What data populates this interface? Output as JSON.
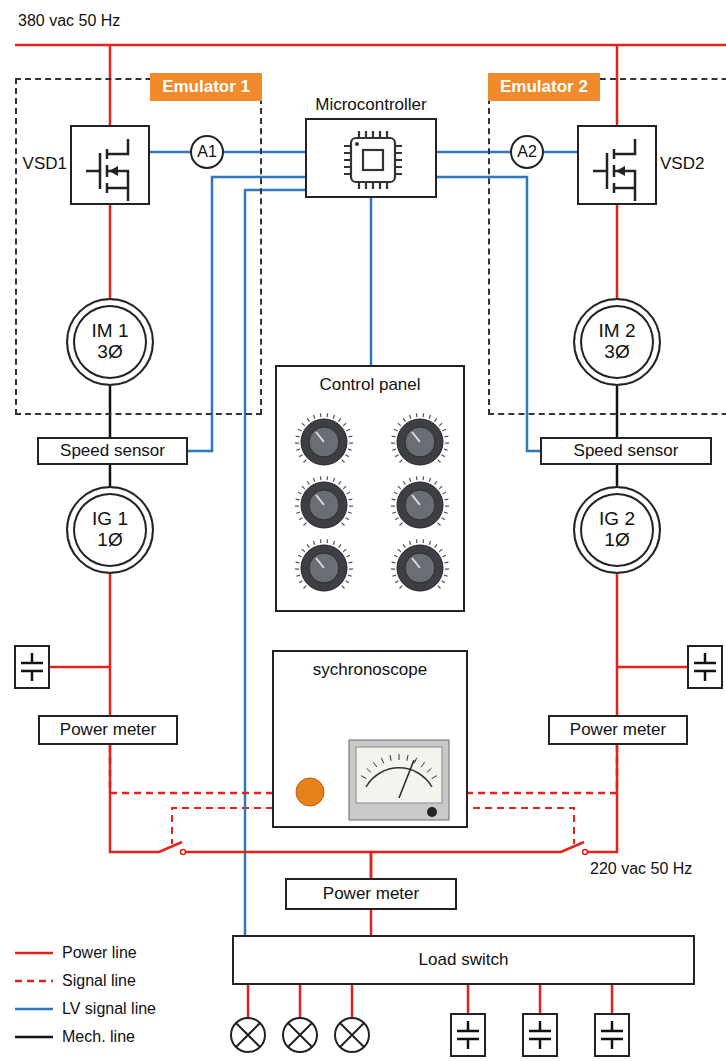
{
  "diagram": {
    "nodes": [
      {
        "text": [
          "Emulator 1"
        ]
      },
      {
        "text": [
          "VSD1"
        ],
        "in": 0
      },
      {
        "text": [
          "A1"
        ],
        "in": 0
      },
      {
        "text": [
          "IM 1 3Ø"
        ],
        "in": 0
      },
      {
        "text": [
          "Microcontroller"
        ]
      },
      {
        "text": [
          "Emulator 2"
        ]
      },
      {
        "text": [
          "A2"
        ],
        "in": 5
      },
      {
        "text": [
          "VSD2"
        ],
        "in": 5
      },
      {
        "text": [
          "IM 2 3Ø"
        ],
        "in": 5
      },
      {
        "text": [
          "Control panel"
        ]
      },
      {
        "text": [
          "Speed sensor"
        ]
      },
      {
        "text": [
          "Speed sensor"
        ]
      },
      {
        "text": [
          "IG 1 1Ø"
        ]
      },
      {
        "text": [
          "IG 2 1Ø"
        ]
      },
      {
        "text": [
          "Power meter"
        ]
      },
      {
        "text": [
          "sychronoscope"
        ]
      },
      {
        "text": [
          "Power meter"
        ]
      },
      {
        "text": [
          "Power meter"
        ]
      },
      {
        "text": [
          "Load switch"
        ]
      }
    ],
    "edges": [
      {
        "from": 1,
        "to": 2,
        "arrow": "none"
      },
      {
        "from": 2,
        "to": 4,
        "arrow": "none"
      },
      {
        "from": 4,
        "to": 6,
        "arrow": "none"
      },
      {
        "from": 6,
        "to": 7,
        "arrow": "none"
      },
      {
        "from": 1,
        "to": 3,
        "arrow": "none"
      },
      {
        "from": 7,
        "to": 8,
        "arrow": "none"
      },
      {
        "from": 4,
        "to": 9,
        "arrow": "none"
      },
      {
        "from": 4,
        "to": 10,
        "arrow": "none"
      },
      {
        "from": 4,
        "to": 11,
        "arrow": "none"
      },
      {
        "from": 4,
        "to": 18,
        "arrow": "none"
      },
      {
        "from": 3,
        "to": 10,
        "arrow": "none"
      },
      {
        "from": 10,
        "to": 12,
        "arrow": "none"
      },
      {
        "from": 8,
        "to": 11,
        "arrow": "none"
      },
      {
        "from": 11,
        "to": 13,
        "arrow": "none"
      },
      {
        "from": 12,
        "to": 14,
        "arrow": "none"
      },
      {
        "from": 13,
        "to": 16,
        "arrow": "none"
      },
      {
        "from": 14,
        "to": 15,
        "arrow": "none"
      },
      {
        "from": 16,
        "to": 15,
        "arrow": "none"
      },
      {
        "from": 14,
        "to": 17,
        "arrow": "none"
      },
      {
        "from": 16,
        "to": 17,
        "arrow": "none"
      },
      {
        "from": 17,
        "to": 18,
        "arrow": "none"
      }
    ],
    "labels": [
      "380 vac 50 Hz",
      "220 vac 50 Hz"
    ],
    "legend": [
      {
        "text": "Power line"
      },
      {
        "text": "Signal line"
      },
      {
        "text": "LV signal line"
      },
      {
        "text": "Mech. line"
      }
    ]
  }
}
